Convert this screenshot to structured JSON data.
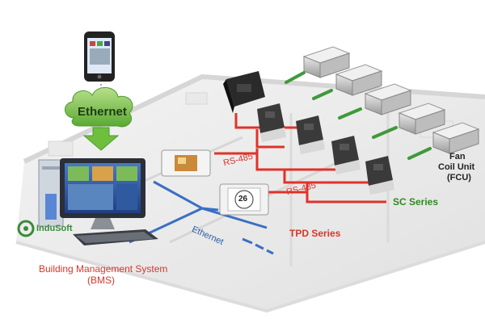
{
  "labels": {
    "ethernet_cloud": "Ethernet",
    "rs485_a": "RS-485",
    "rs485_b": "RS-485",
    "ethernet_line": "Ethernet",
    "sc_series": "SC Series",
    "tpd_series": "TPD Series",
    "fcu_line1": "Fan",
    "fcu_line2": "Coil Unit",
    "fcu_line3": "(FCU)",
    "bms_line1": "Building Management System",
    "bms_line2": "(BMS)",
    "indusoft": "InduSoft",
    "thermostat_reading": "26"
  },
  "colors": {
    "rs485": "#e0322a",
    "ethernet": "#3a6fc4",
    "fcu_link": "#3e9a3a",
    "cloud": "#6fbf3f"
  }
}
